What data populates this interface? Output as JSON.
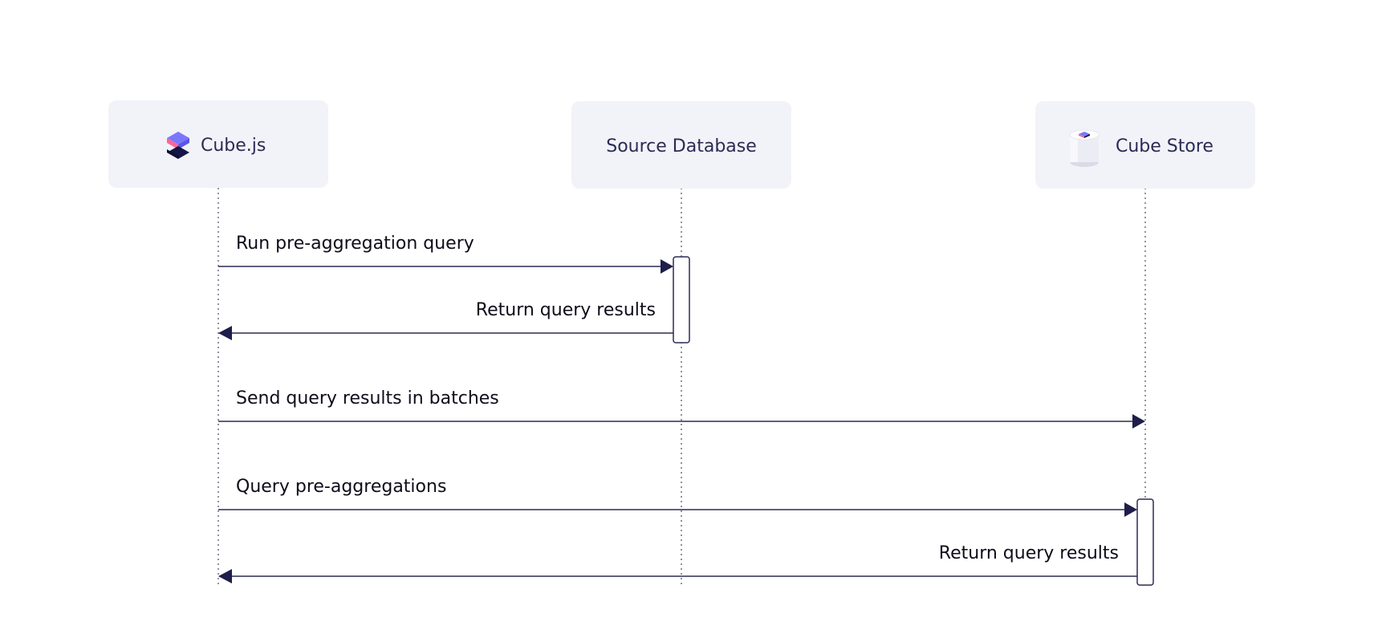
{
  "actors": [
    {
      "id": "cubejs",
      "label": "Cube.js",
      "icon": "cube-logo-icon"
    },
    {
      "id": "sourcedb",
      "label": "Source Database",
      "icon": ""
    },
    {
      "id": "cubestore",
      "label": "Cube Store",
      "icon": "cube-store-cylinder-icon"
    }
  ],
  "messages": [
    {
      "label": "Run pre-aggregation query",
      "from": "cubejs",
      "to": "sourcedb"
    },
    {
      "label": "Return query results",
      "from": "sourcedb",
      "to": "cubejs"
    },
    {
      "label": "Send query results in batches",
      "from": "cubejs",
      "to": "cubestore"
    },
    {
      "label": "Query pre-aggregations",
      "from": "cubejs",
      "to": "cubestore"
    },
    {
      "label": "Return query results",
      "from": "cubestore",
      "to": "cubejs"
    }
  ],
  "colors": {
    "actor_bg": "#f2f3f8",
    "line": "#2b2b55",
    "arrow_head": "#1e1e4a",
    "logo_pink": "#ff6492",
    "logo_purple": "#7a77ff",
    "logo_navy": "#141446"
  }
}
